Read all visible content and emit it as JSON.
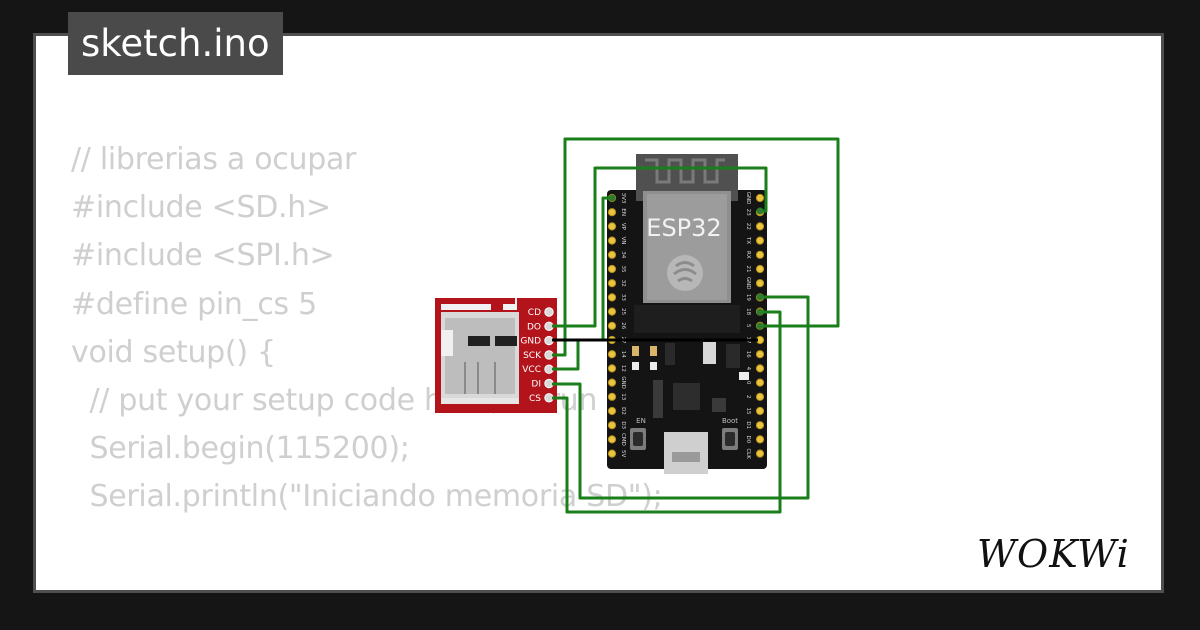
{
  "project": {
    "filename": "sketch.ino"
  },
  "code_lines": [
    "// librerias a ocupar",
    "#include <SD.h>",
    "#include <SPI.h>",
    "",
    "#define pin_cs 5",
    "",
    "void setup() {",
    "  // put your setup code here, to run once:",
    "  Serial.begin(115200);",
    "  Serial.println(\"Iniciando memoria SD\");"
  ],
  "esp32": {
    "label": "ESP32",
    "left_pins": [
      "3V3",
      "EN",
      "VP",
      "VN",
      "34",
      "35",
      "32",
      "33",
      "25",
      "26",
      "27",
      "14",
      "12",
      "GND",
      "13",
      "D2",
      "D3",
      "CMD",
      "5V"
    ],
    "right_pins": [
      "GND",
      "23",
      "22",
      "TX",
      "RX",
      "21",
      "GND",
      "19",
      "18",
      "5",
      "17",
      "16",
      "4",
      "0",
      "2",
      "15",
      "D1",
      "D0",
      "CLK"
    ],
    "button_en": "EN",
    "button_boot": "Boot"
  },
  "sd_module": {
    "pins": [
      "CD",
      "DO",
      "GND",
      "SCK",
      "VCC",
      "DI",
      "CS"
    ]
  },
  "brand": {
    "logo_text": "WOKWi"
  },
  "colors": {
    "wire": "#1a7f1a",
    "board": "#141414",
    "sd_board": "#b3141b"
  }
}
